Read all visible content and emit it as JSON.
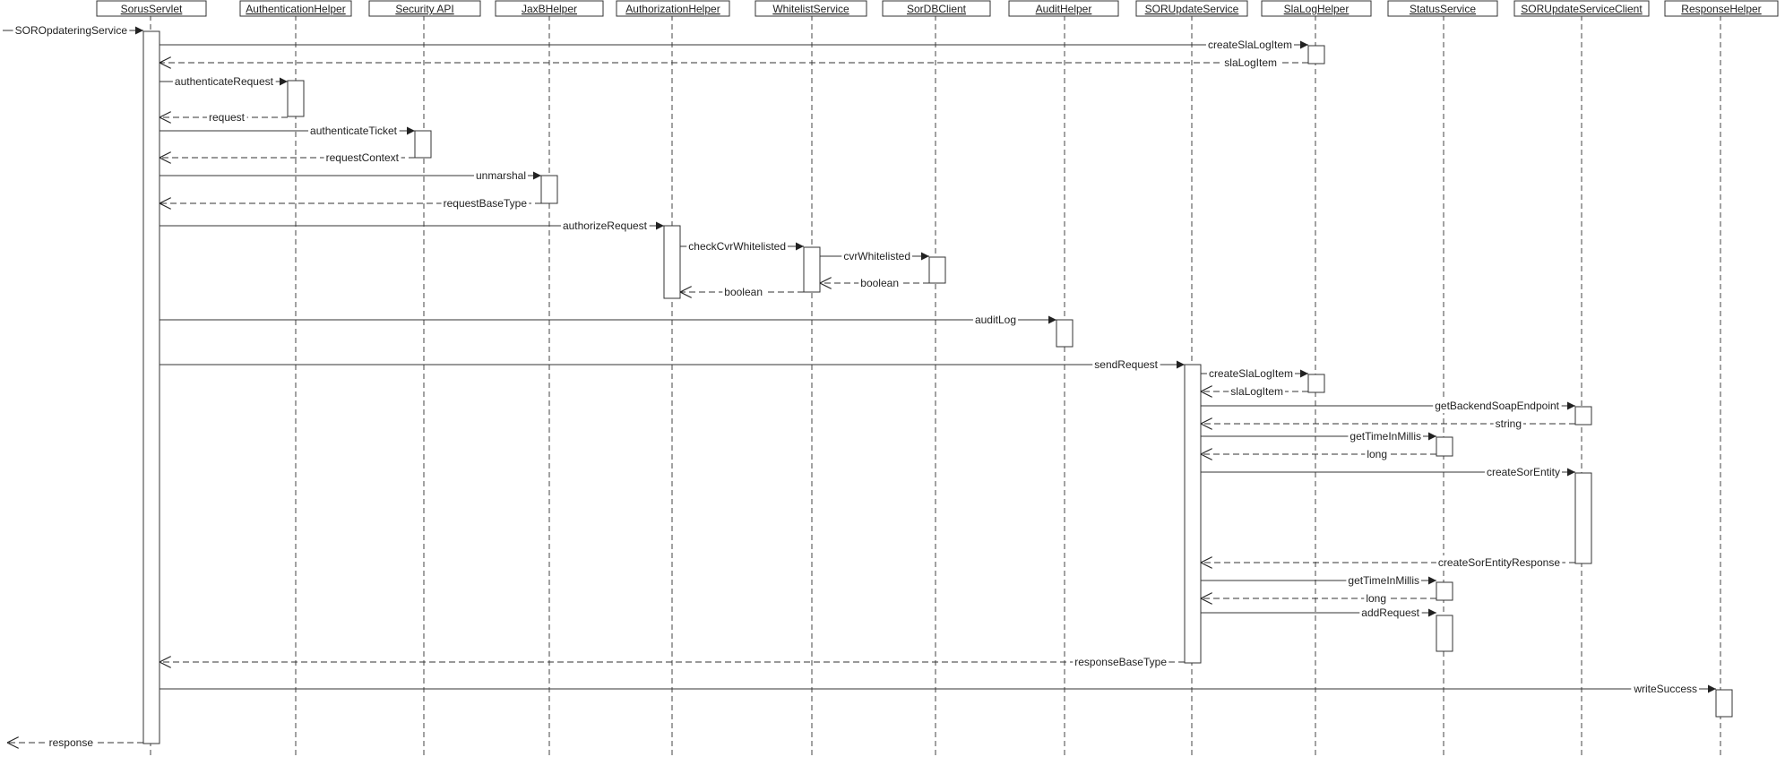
{
  "participants": [
    {
      "name": "SorusServlet"
    },
    {
      "name": "AuthenticationHelper"
    },
    {
      "name": "Security API"
    },
    {
      "name": "JaxBHelper"
    },
    {
      "name": "AuthorizationHelper"
    },
    {
      "name": "WhitelistService"
    },
    {
      "name": "SorDBClient"
    },
    {
      "name": "AuditHelper"
    },
    {
      "name": "SORUpdateService"
    },
    {
      "name": "SlaLogHelper"
    },
    {
      "name": "StatusService"
    },
    {
      "name": "SORUpdateServiceClient"
    },
    {
      "name": "ResponseHelper"
    }
  ],
  "messages": [
    {
      "from": "external",
      "to": "SorusServlet",
      "label": "SOROpdateringService",
      "type": "call"
    },
    {
      "from": "SorusServlet",
      "to": "SlaLogHelper",
      "label": "createSlaLogItem",
      "type": "call"
    },
    {
      "from": "SlaLogHelper",
      "to": "SorusServlet",
      "label": "slaLogItem",
      "type": "return"
    },
    {
      "from": "SorusServlet",
      "to": "AuthenticationHelper",
      "label": "authenticateRequest",
      "type": "call"
    },
    {
      "from": "AuthenticationHelper",
      "to": "SorusServlet",
      "label": "request",
      "type": "return"
    },
    {
      "from": "SorusServlet",
      "to": "Security API",
      "label": "authenticateTicket",
      "type": "call"
    },
    {
      "from": "Security API",
      "to": "SorusServlet",
      "label": "requestContext",
      "type": "return"
    },
    {
      "from": "SorusServlet",
      "to": "JaxBHelper",
      "label": "unmarshal",
      "type": "call"
    },
    {
      "from": "JaxBHelper",
      "to": "SorusServlet",
      "label": "requestBaseType",
      "type": "return"
    },
    {
      "from": "SorusServlet",
      "to": "AuthorizationHelper",
      "label": "authorizeRequest",
      "type": "call"
    },
    {
      "from": "AuthorizationHelper",
      "to": "WhitelistService",
      "label": "checkCvrWhitelisted",
      "type": "call"
    },
    {
      "from": "WhitelistService",
      "to": "SorDBClient",
      "label": "cvrWhitelisted",
      "type": "call"
    },
    {
      "from": "SorDBClient",
      "to": "WhitelistService",
      "label": "boolean",
      "type": "return"
    },
    {
      "from": "WhitelistService",
      "to": "AuthorizationHelper",
      "label": "boolean",
      "type": "return"
    },
    {
      "from": "SorusServlet",
      "to": "AuditHelper",
      "label": "auditLog",
      "type": "call"
    },
    {
      "from": "SorusServlet",
      "to": "SORUpdateService",
      "label": "sendRequest",
      "type": "call"
    },
    {
      "from": "SORUpdateService",
      "to": "SlaLogHelper",
      "label": "createSlaLogItem",
      "type": "call"
    },
    {
      "from": "SlaLogHelper",
      "to": "SORUpdateService",
      "label": "slaLogItem",
      "type": "return"
    },
    {
      "from": "SORUpdateService",
      "to": "SORUpdateServiceClient",
      "label": "getBackendSoapEndpoint",
      "type": "call"
    },
    {
      "from": "SORUpdateServiceClient",
      "to": "SORUpdateService",
      "label": "string",
      "type": "return"
    },
    {
      "from": "SORUpdateService",
      "to": "StatusService",
      "label": "getTimeInMillis",
      "type": "call"
    },
    {
      "from": "StatusService",
      "to": "SORUpdateService",
      "label": "long",
      "type": "return"
    },
    {
      "from": "SORUpdateService",
      "to": "SORUpdateServiceClient",
      "label": "createSorEntity",
      "type": "call"
    },
    {
      "from": "SORUpdateServiceClient",
      "to": "SORUpdateService",
      "label": "createSorEntityResponse",
      "type": "return"
    },
    {
      "from": "SORUpdateService",
      "to": "StatusService",
      "label": "getTimeInMillis",
      "type": "call"
    },
    {
      "from": "StatusService",
      "to": "SORUpdateService",
      "label": "long",
      "type": "return"
    },
    {
      "from": "SORUpdateService",
      "to": "StatusService",
      "label": "addRequest",
      "type": "call"
    },
    {
      "from": "SORUpdateService",
      "to": "SorusServlet",
      "label": "responseBaseType",
      "type": "return"
    },
    {
      "from": "SorusServlet",
      "to": "ResponseHelper",
      "label": "writeSuccess",
      "type": "call"
    },
    {
      "from": "SorusServlet",
      "to": "external",
      "label": "response",
      "type": "return"
    }
  ],
  "colors": {
    "line": "#333333",
    "text": "#222222",
    "box_fill": "#ffffff",
    "background": "#ffffff"
  }
}
